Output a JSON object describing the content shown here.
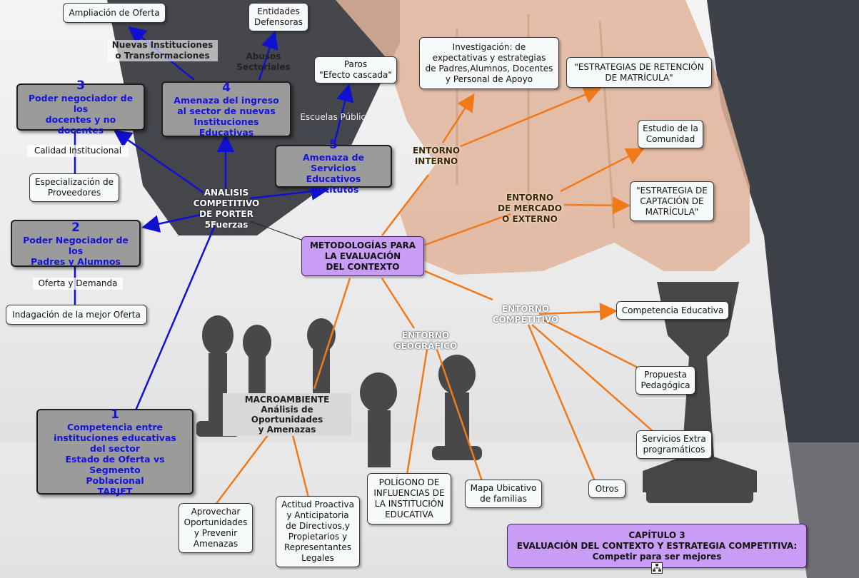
{
  "colors": {
    "blue_connector": "#1010d0",
    "orange_connector": "#f07a1a",
    "force_node_bg": "#9b9b9b",
    "force_text": "#1414d9",
    "purple_node_bg": "#c99cf5"
  },
  "porter": {
    "center": "ANALISIS\nCOMPETITIVO\nDE PORTER\n5Fuerzas",
    "force1": {
      "num": "1",
      "text": "Competencia entre\ninstituciones educativas\ndel sector\nEstado de Oferta vs Segmento\nPoblacional\nTARJET"
    },
    "force2": {
      "num": "2",
      "text": "Poder Negociador de los\nPadres y Alumnos"
    },
    "force3": {
      "num": "3",
      "text": "Poder negociador de los\ndocentes y no docentes"
    },
    "force4": {
      "num": "4",
      "text": "Amenaza del ingreso\nal sector de nuevas\nInstituciones Educativas"
    },
    "force5": {
      "num": "5",
      "text": "Amenaza de Servicios\nEducativos sustitutos"
    },
    "label_nuevas": "Nuevas Instituciones\no Transformaciones",
    "label_abusos": "Abusos\nSectoriales",
    "label_escuelas": "Escuelas Públicas",
    "label_calidad": "Calidad Institucional",
    "label_oferta": "Oferta y Demanda",
    "ampliacion": "Ampliación de Oferta",
    "entidades": "Entidades\nDefensoras",
    "paros": "Paros\n\"Efecto cascada\"",
    "especializacion": "Especialización de\nProveedores",
    "indagacion": "Indagación de la mejor Oferta"
  },
  "metodologias": {
    "center": "METODOLOGÍAS PARA\nLA EVALUACIÓN\nDEL CONTEXTO",
    "entorno_interno": "ENTORNO\nINTERNO",
    "entorno_mercado": "ENTORNO\nDE MERCADO\nO EXTERNO",
    "entorno_competitivo": "ENTORNO\nCOMPETITIVO",
    "entorno_geografico": "ENTORNO\nGEOGRÁFICO",
    "macroambiente": "MACROAMBIENTE\nAnálisis de Oportunidades\ny Amenazas",
    "investigacion": "Investigación: de\nexpectativas y estrategias\nde Padres,Alumnos, Docentes\ny Personal de Apoyo",
    "retencion": "\"ESTRATEGIAS DE RETENCIÓN\nDE MATRÍCULA\"",
    "estudio": "Estudio de la\nComunidad",
    "captacion": "\"ESTRATEGIA DE\nCAPTACIÓN DE\nMATRÍCULA\"",
    "competencia": "Competencia Educativa",
    "propuesta": "Propuesta\nPedagógica",
    "servicios": "Servicios Extra\nprogramáticos",
    "otros": "Otros",
    "mapa": "Mapa Ubicativo\nde familias",
    "poligono": "POLÍGONO DE\nINFLUENCIAS DE\nLA INSTITUCIÓN\nEDUCATIVA",
    "actitud": "Actitud Proactiva\ny Anticipatoria\nde Directivos,y\nPropietarios y\nRepresentantes\nLegales",
    "aprovechar": "Aprovechar\nOportunidades\ny Prevenir\nAmenazas"
  },
  "capitulo": {
    "line1": "CAPÍTULO 3",
    "line2": "EVALUACIÓN DEL CONTEXTO Y ESTRATEGIA COMPETITIVA:",
    "line3": "Competir para ser mejores"
  },
  "icons": {
    "map_icon": "sitemap-icon"
  }
}
